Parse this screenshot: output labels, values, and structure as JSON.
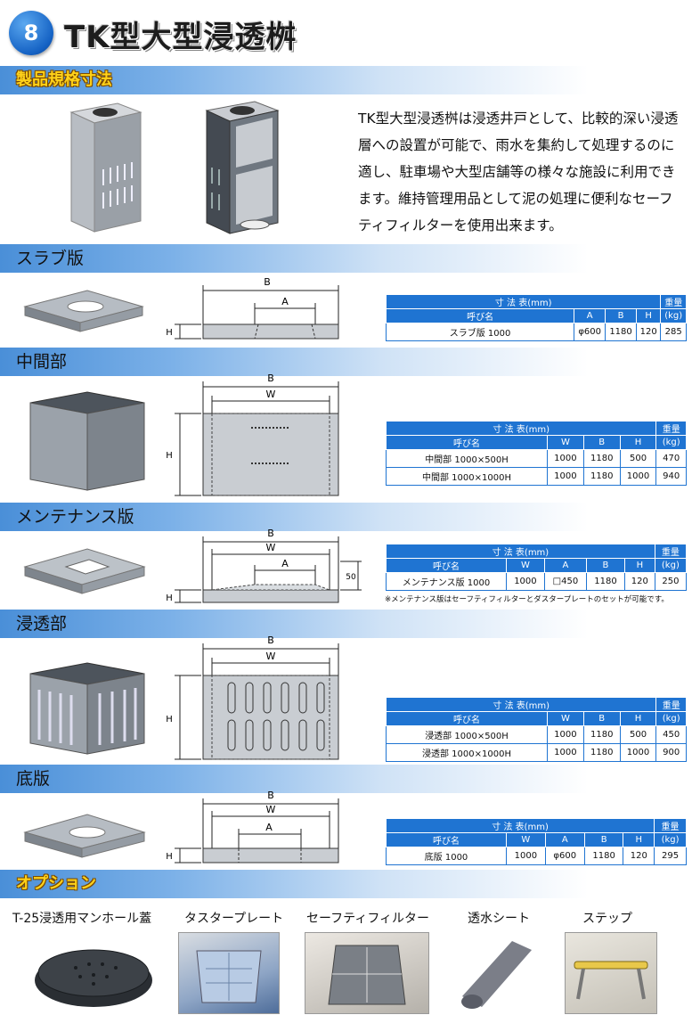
{
  "header": {
    "number": "8",
    "title": "TK型大型浸透桝"
  },
  "section_spec": {
    "label": "製品規格寸法"
  },
  "intro": "TK型大型浸透桝は浸透井戸として、比較的深い浸透層への設置が可能で、雨水を集約して処理するのに適し、駐車場や大型店舗等の様々な施設に利用できます。維持管理用品として泥の処理に便利なセーフティフィルターを使用出来ます。",
  "sections": {
    "slab": {
      "label": "スラブ版"
    },
    "middle": {
      "label": "中間部"
    },
    "maintenance": {
      "label": "メンテナンス版"
    },
    "infiltration": {
      "label": "浸透部"
    },
    "bottom": {
      "label": "底版"
    },
    "options": {
      "label": "オプション"
    }
  },
  "dims": {
    "B": "B",
    "A": "A",
    "W": "W",
    "H": "H",
    "fifty": "50"
  },
  "tables": {
    "slab": {
      "title": "寸 法 表(mm)",
      "weight": "重量",
      "unit": "(kg)",
      "cols": [
        "呼び名",
        "A",
        "B",
        "H"
      ],
      "rows": [
        [
          "スラブ版 1000",
          "φ600",
          "1180",
          "120",
          "285"
        ]
      ]
    },
    "middle": {
      "title": "寸 法 表(mm)",
      "weight": "重量",
      "unit": "(kg)",
      "cols": [
        "呼び名",
        "W",
        "B",
        "H"
      ],
      "rows": [
        [
          "中間部 1000×500H",
          "1000",
          "1180",
          "500",
          "470"
        ],
        [
          "中間部 1000×1000H",
          "1000",
          "1180",
          "1000",
          "940"
        ]
      ]
    },
    "maintenance": {
      "title": "寸 法 表(mm)",
      "weight": "重量",
      "unit": "(kg)",
      "cols": [
        "呼び名",
        "W",
        "A",
        "B",
        "H"
      ],
      "rows": [
        [
          "メンテナンス版 1000",
          "1000",
          "□450",
          "1180",
          "120",
          "250"
        ]
      ]
    },
    "infiltration": {
      "title": "寸 法 表(mm)",
      "weight": "重量",
      "unit": "(kg)",
      "cols": [
        "呼び名",
        "W",
        "B",
        "H"
      ],
      "rows": [
        [
          "浸透部 1000×500H",
          "1000",
          "1180",
          "500",
          "450"
        ],
        [
          "浸透部 1000×1000H",
          "1000",
          "1180",
          "1000",
          "900"
        ]
      ]
    },
    "bottom": {
      "title": "寸 法 表(mm)",
      "weight": "重量",
      "unit": "(kg)",
      "cols": [
        "呼び名",
        "W",
        "A",
        "B",
        "H"
      ],
      "rows": [
        [
          "底版 1000",
          "1000",
          "φ600",
          "1180",
          "120",
          "295"
        ]
      ]
    }
  },
  "maintenance_note": "※メンテナンス版はセーフティフィルターとダスタープレートのセットが可能です。",
  "options": [
    "T-25浸透用マンホール蓋",
    "タスタープレート",
    "セーフティフィルター",
    "透水シート",
    "ステップ"
  ]
}
